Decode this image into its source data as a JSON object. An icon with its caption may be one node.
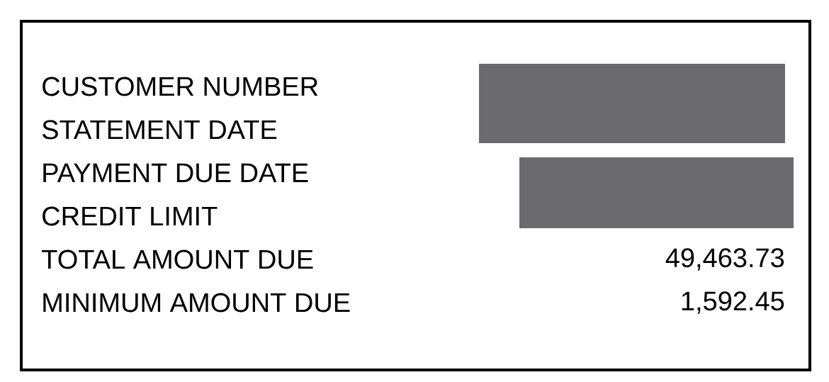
{
  "diagram": {
    "labels": [
      "CUSTOMER NUMBER",
      "STATEMENT DATE",
      "PAYMENT DUE DATE",
      "CREDIT LIMIT",
      "TOTAL AMOUNT DUE",
      "49,463.73",
      "MINIMUM AMOUNT DUE",
      "1,592.45"
    ]
  }
}
